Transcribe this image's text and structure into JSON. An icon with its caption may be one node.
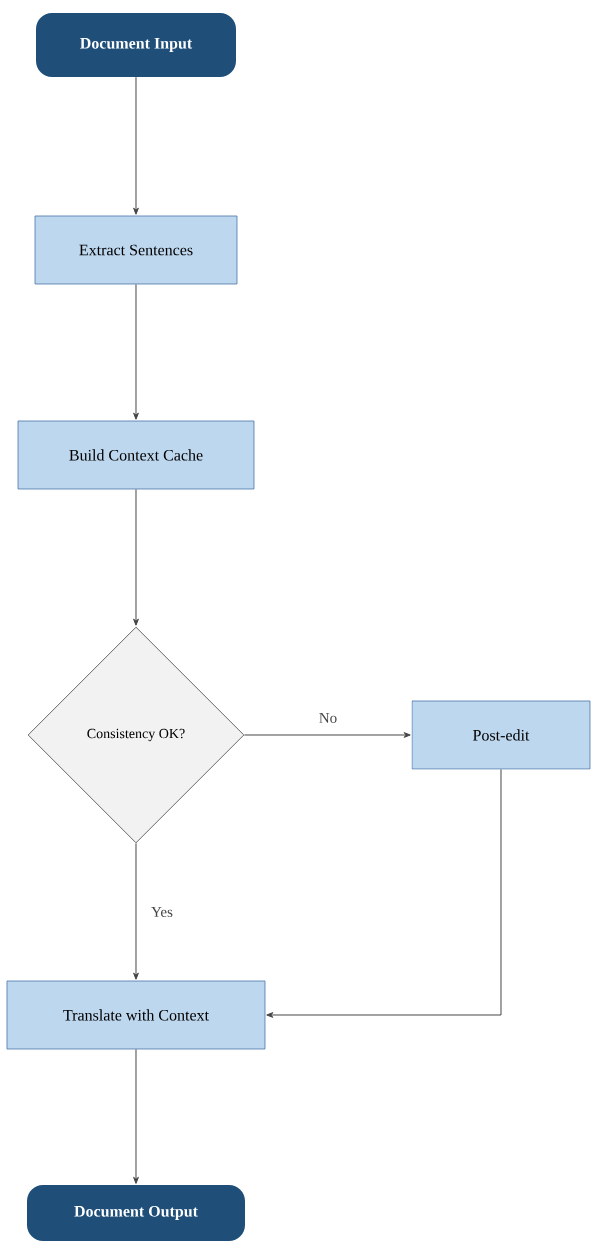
{
  "diagram": {
    "nodes": [
      {
        "text": [
          "Document Input"
        ]
      },
      {
        "text": [
          "Extract Sentences"
        ]
      },
      {
        "text": [
          "Build Context Cache"
        ]
      },
      {
        "text": [
          "Consistency OK?"
        ]
      },
      {
        "text": [
          "Post-edit"
        ]
      },
      {
        "text": [
          "Translate with Context"
        ]
      },
      {
        "text": [
          "Document Output"
        ]
      }
    ],
    "edges": [
      {
        "from": 0,
        "to": 1,
        "arrow": "to"
      },
      {
        "from": 1,
        "to": 2,
        "arrow": "to"
      },
      {
        "from": 2,
        "to": 3,
        "arrow": "to"
      },
      {
        "from": 3,
        "to": 4,
        "arrow": "to",
        "label": "No"
      },
      {
        "from": 3,
        "to": 5,
        "arrow": "to",
        "label": "Yes"
      },
      {
        "from": 4,
        "to": 5,
        "arrow": "to"
      },
      {
        "from": 5,
        "to": 6,
        "arrow": "to"
      }
    ]
  }
}
